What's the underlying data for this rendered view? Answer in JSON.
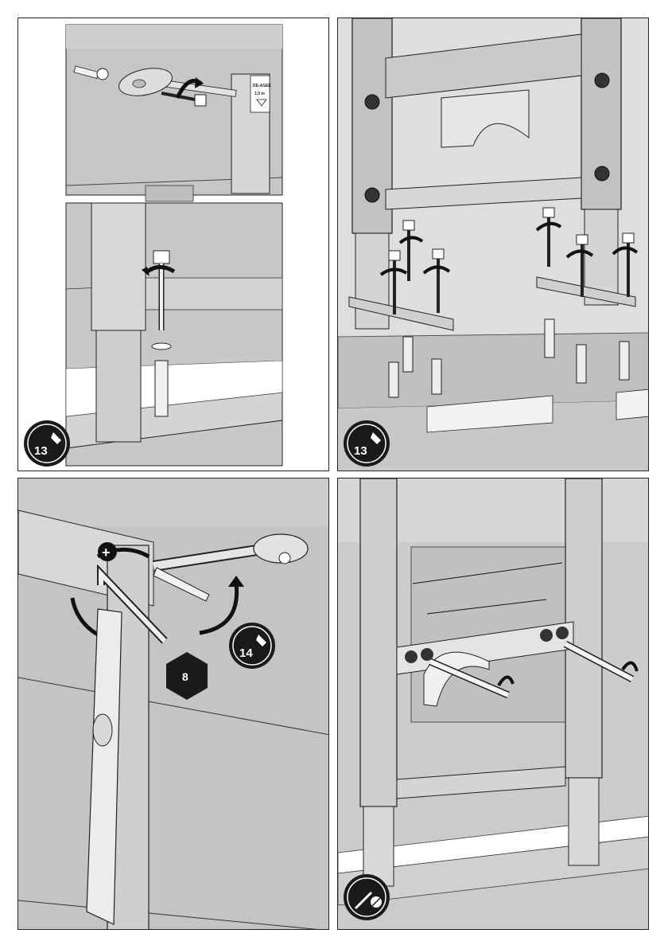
{
  "panel_1": {
    "top_label_line1": "DE-AGEE",
    "top_label_line2": "1,0 m",
    "tool_badge": "13"
  },
  "panel_2": {
    "tool_badge": "13"
  },
  "panel_3": {
    "plus_sign": "+",
    "minus_sign": "−",
    "tool_badge": "14",
    "hex_key_size": "8"
  },
  "panel_4": {
    "tool_badge_icon": "screwdriver-icon"
  },
  "colors": {
    "panel_bg": "#c8c8c8",
    "frame": "#bcbcbc",
    "badge": "#1a1a1a"
  }
}
